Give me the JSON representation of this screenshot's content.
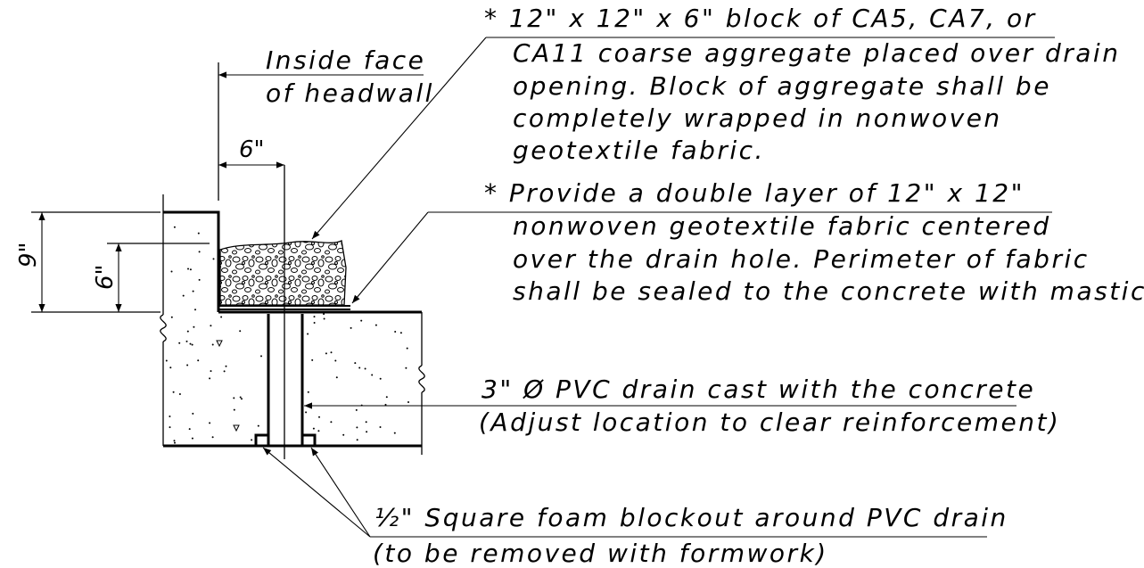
{
  "headwall_label": {
    "line1": "Inside face",
    "line2": "of headwall"
  },
  "dimensions": {
    "offset": "6\"",
    "height_total": "9\"",
    "height_aggregate": "6\""
  },
  "note_aggregate": {
    "lines": [
      "* 12\" x 12\" x 6\" block of CA5, CA7, or",
      "CA11 coarse aggregate placed over drain",
      "opening. Block of aggregate shall be",
      "completely wrapped in nonwoven",
      "geotextile fabric."
    ]
  },
  "note_fabric": {
    "lines": [
      "* Provide a double layer of 12\" x 12\"",
      "nonwoven geotextile fabric centered",
      "over the drain hole. Perimeter of fabric",
      "shall be sealed to the concrete with mastic."
    ]
  },
  "note_pvc": {
    "lines": [
      "3\" Ø PVC drain cast with the concrete",
      "(Adjust location to clear reinforcement)"
    ]
  },
  "note_blockout": {
    "fraction": "½",
    "line1": "\" Square foam blockout around PVC drain",
    "line2": "(to be removed with formwork)"
  }
}
